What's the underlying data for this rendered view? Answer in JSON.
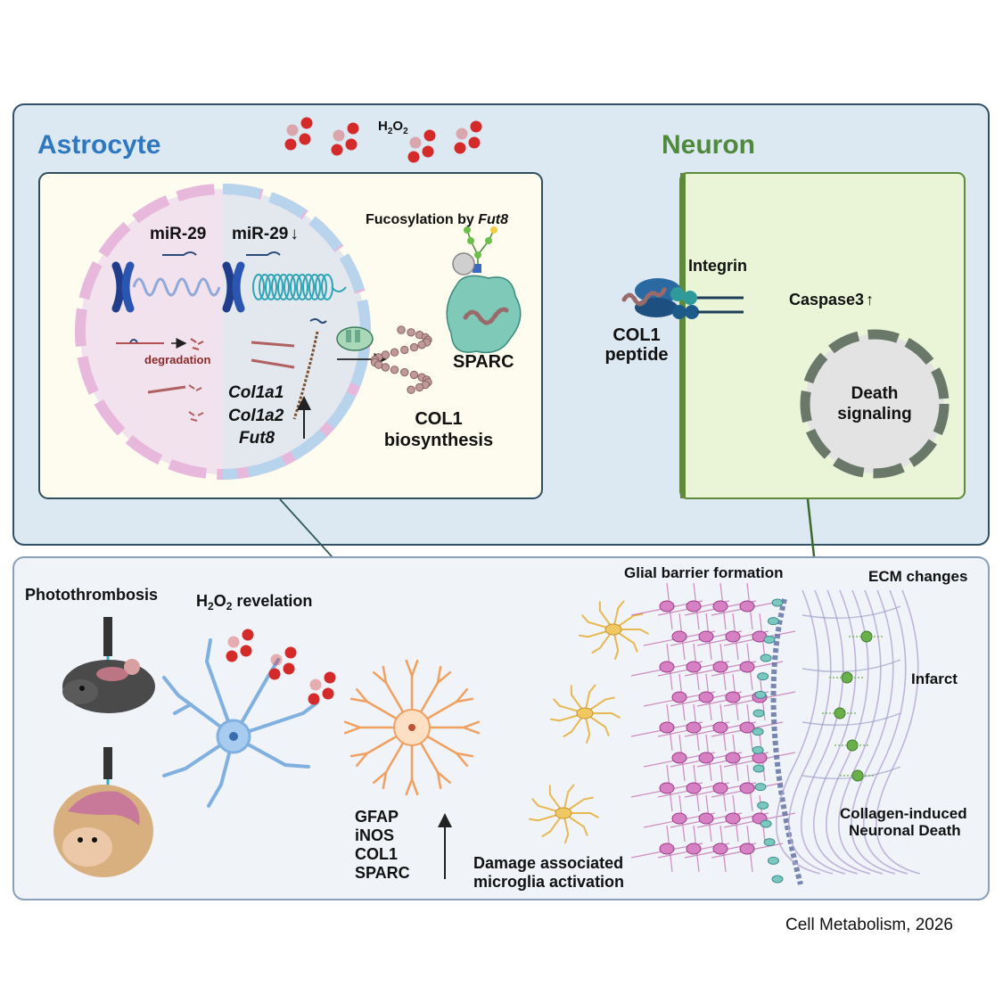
{
  "top_panel": {
    "astrocyte_title": "Astrocyte",
    "neuron_title": "Neuron",
    "h2o2": {
      "main": "H",
      "sub1": "2",
      "mid": "O",
      "sub2": "2"
    },
    "astrocyte_box": {
      "mir29_left": "miR-29",
      "mir29_right": "miR-29",
      "mir29_right_arrow": "↓",
      "degradation": "degradation",
      "genes": [
        "Col1a1",
        "Col1a2",
        "Fut8"
      ],
      "fucosylation_prefix": "Fucosylation by ",
      "fucosylation_gene": "Fut8",
      "sparc": "SPARC",
      "col1_line1": "COL1",
      "col1_line2": "biosynthesis"
    },
    "neuron_box": {
      "integrin": "Integrin",
      "caspase": "Caspase3",
      "caspase_arrow": "↑",
      "col1_peptide_line1": "COL1",
      "col1_peptide_line2": "peptide",
      "death_line1": "Death",
      "death_line2": "signaling"
    }
  },
  "bottom_panel": {
    "photothrombosis": "Photothrombosis",
    "h2o2_revelation": {
      "main": "H",
      "sub1": "2",
      "mid": "O",
      "sub2": "2",
      "rest": " revelation"
    },
    "markers": [
      "GFAP",
      "iNOS",
      "COL1",
      "SPARC"
    ],
    "microglia_line1": "Damage associated",
    "microglia_line2": "microglia activation",
    "glial_barrier": "Glial barrier formation",
    "ecm_changes": "ECM changes",
    "infarct": "Infarct",
    "neuronal_death_line1": "Collagen-induced",
    "neuronal_death_line2": "Neuronal Death"
  },
  "citation": "Cell Metabolism, 2026",
  "colors": {
    "astrocyte_title": "#2f78c0",
    "neuron_title": "#4f8a3c",
    "top_panel_bg": "#dce8f2",
    "top_panel_border": "#33506a",
    "neuron_box_bg": "#eaf5d8",
    "neuron_box_border": "#5f8a3a",
    "astrocyte_box_bg": "#fdfcef",
    "h2o2_red": "#d42a2a",
    "astrocyte_orange": "#f0a060",
    "neuron_blue": "#7fb0e0",
    "magenta": "#b04c9a",
    "text": "#111111"
  }
}
